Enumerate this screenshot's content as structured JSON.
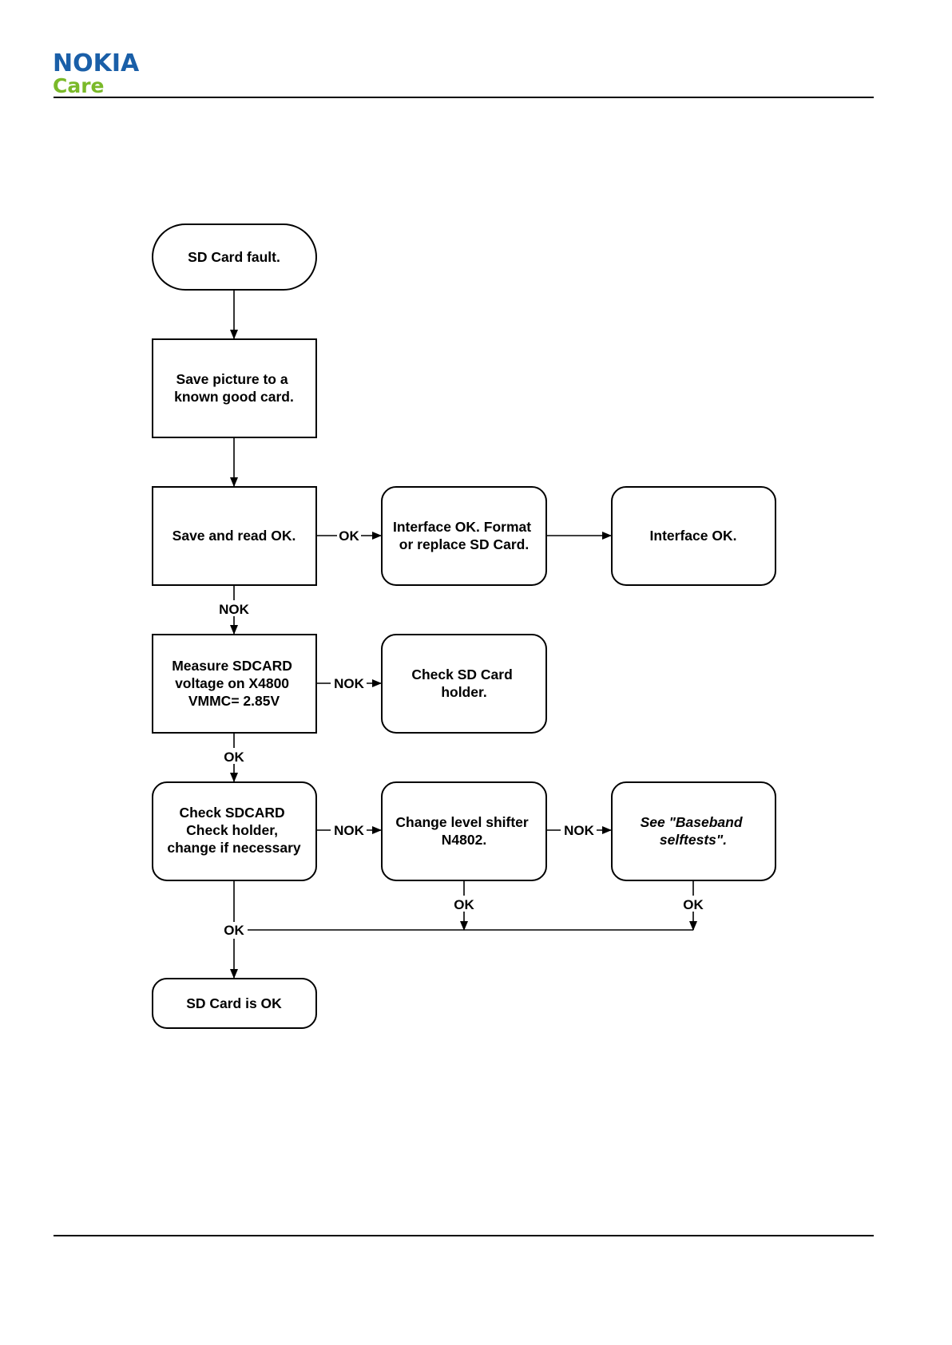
{
  "header": {
    "brand": "NOKIA",
    "sub_brand": "Care"
  },
  "flowchart": {
    "nodes": [
      {
        "id": "start",
        "shape": "terminal",
        "lines": [
          "SD Card fault."
        ]
      },
      {
        "id": "save-picture",
        "shape": "process",
        "lines": [
          "Save picture to  a",
          "known good  card."
        ]
      },
      {
        "id": "save-read",
        "shape": "process",
        "lines": [
          "Save and read  OK."
        ]
      },
      {
        "id": "interface-format",
        "shape": "rounded",
        "lines": [
          "Interface OK. Format",
          "or replace SD Card."
        ]
      },
      {
        "id": "interface-ok",
        "shape": "rounded",
        "lines": [
          "Interface OK."
        ]
      },
      {
        "id": "measure",
        "shape": "process",
        "lines": [
          "Measure SDCARD",
          "voltage on X4800",
          "VMMC= 2.85V"
        ]
      },
      {
        "id": "check-holder",
        "shape": "rounded",
        "lines": [
          "Check SD Card",
          "holder."
        ]
      },
      {
        "id": "check-sdcard",
        "shape": "rounded",
        "lines": [
          "Check SDCARD",
          "Check holder,",
          "change if necessary"
        ]
      },
      {
        "id": "level-shifter",
        "shape": "rounded",
        "lines": [
          "Change level shifter",
          "N4802."
        ]
      },
      {
        "id": "see-baseband",
        "shape": "rounded",
        "lines": [
          "See \"Baseband",
          "selftests\"."
        ]
      },
      {
        "id": "end",
        "shape": "terminal",
        "lines": [
          "SD Card is OK"
        ]
      }
    ],
    "edge_labels": {
      "ok": "OK",
      "nok": "NOK"
    }
  }
}
